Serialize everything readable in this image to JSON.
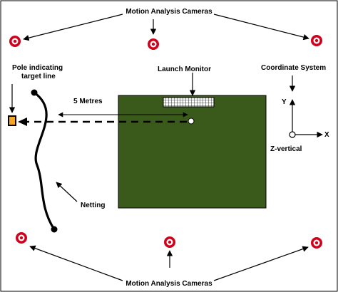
{
  "labels": {
    "cameras_top": "Motion Analysis Cameras",
    "cameras_bottom": "Motion Analysis Cameras",
    "pole_line1": "Pole indicating",
    "pole_line2": "target line",
    "launch_monitor": "Launch Monitor",
    "coordinate_system": "Coordinate System",
    "distance": "5 Metres",
    "netting": "Netting",
    "z_vertical": "Z-vertical",
    "axis_x": "X",
    "axis_y": "Y"
  },
  "colors": {
    "camera_ring": "#d0021b",
    "mat_fill": "#3a5a1c",
    "pole_fill": "#f5a623",
    "line": "#000000"
  },
  "icons": {
    "camera": "camera-ring-icon",
    "pole": "pole-icon",
    "ball": "ball-icon",
    "launch_monitor": "launch-monitor-icon"
  }
}
